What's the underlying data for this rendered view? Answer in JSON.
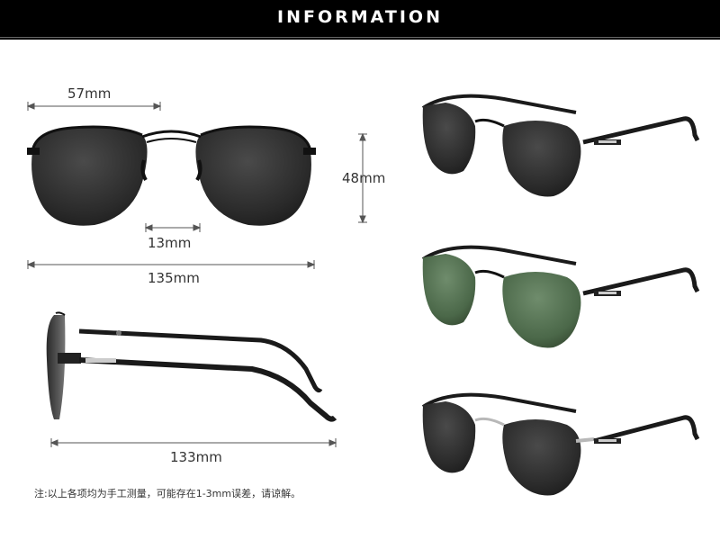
{
  "banner": {
    "title": "INFORMATION"
  },
  "dimensions": {
    "lens_width": "57mm",
    "lens_height": "48mm",
    "bridge_width": "13mm",
    "frame_width": "135mm",
    "temple_length": "133mm"
  },
  "note": "注:以上各项均为手工测量，可能存在1-3mm误差，请谅解。",
  "colors": {
    "banner_bg": "#000000",
    "frame_black": "#1a1a1a",
    "frame_silver": "#b8b8b8",
    "lens_grey": "#2e2e2e",
    "lens_green": "#4e6b4c"
  },
  "variants": [
    {
      "name": "black-frame-grey-lens"
    },
    {
      "name": "black-frame-green-lens"
    },
    {
      "name": "silver-frame-grey-lens"
    }
  ]
}
